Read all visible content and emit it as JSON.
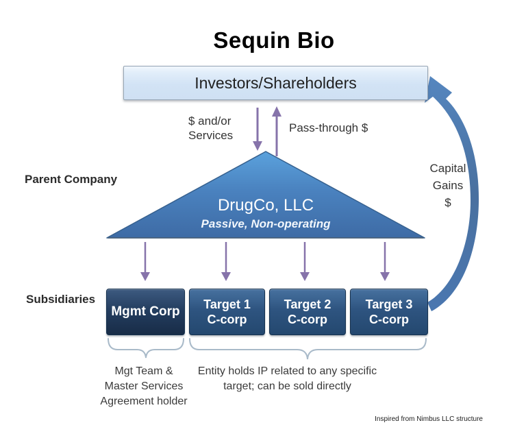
{
  "title": "Sequin Bio",
  "investors": {
    "label": "Investors/Shareholders"
  },
  "flows": {
    "services_line1": "$ and/or",
    "services_line2": "Services",
    "pass_through": "Pass-through $",
    "capital_gains": [
      "Capital",
      "Gains",
      "$"
    ]
  },
  "labels": {
    "parent_company": "Parent Company",
    "subsidiaries": "Subsidiaries"
  },
  "parent_entity": {
    "name": "DrugCo, LLC",
    "subtitle": "Passive, Non-operating"
  },
  "boxes": [
    {
      "line1": "Mgmt Corp",
      "line2": ""
    },
    {
      "line1": "Target 1",
      "line2": "C-corp"
    },
    {
      "line1": "Target 2",
      "line2": "C-corp"
    },
    {
      "line1": "Target 3",
      "line2": "C-corp"
    }
  ],
  "captions": {
    "mgmt": [
      "Mgt Team &",
      "Master Services",
      "Agreement holder"
    ],
    "targets": [
      "Entity holds IP related to any specific",
      "target; can be sold directly"
    ]
  },
  "footnote": "Inspired from Nimbus LLC structure",
  "colors": {
    "investors_box_fill": "#d2e3f5",
    "triangle_top": "#5b9fd8",
    "triangle_bottom": "#3f6ca7",
    "target_box_fill": "#2e5480",
    "mgmt_box_fill": "#243e60",
    "purple_arrow": "#8673aa",
    "capital_arrow": "#4a76ae",
    "brace": "#a9bac9",
    "text_dark": "#3a3a3a"
  }
}
